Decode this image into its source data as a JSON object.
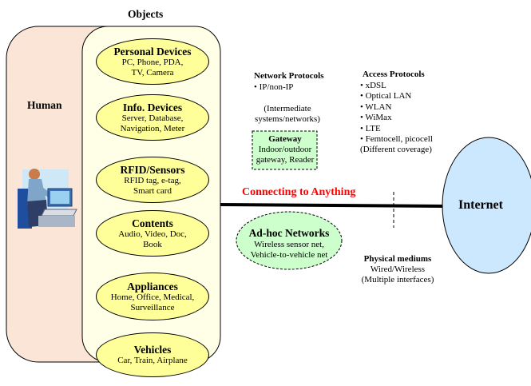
{
  "title": "Objects",
  "human_label": "Human",
  "objects": [
    {
      "heading": "Personal Devices",
      "lines": [
        "PC, Phone, PDA,",
        "TV, Camera"
      ]
    },
    {
      "heading": "Info. Devices",
      "lines": [
        "Server, Database,",
        "Navigation, Meter"
      ]
    },
    {
      "heading": "RFID/Sensors",
      "lines": [
        "RFID tag, e-tag,",
        "Smart card"
      ]
    },
    {
      "heading": "Contents",
      "lines": [
        "Audio, Video, Doc,",
        "Book"
      ]
    },
    {
      "heading": "Appliances",
      "lines": [
        "Home, Office, Medical,",
        "Surveillance"
      ]
    },
    {
      "heading": "Vehicles",
      "lines": [
        "Car, Train, Airplane"
      ]
    }
  ],
  "network_protocols": {
    "heading": "Network Protocols",
    "item": "• IP/non-IP",
    "note": [
      "(Intermediate",
      "systems/networks)"
    ]
  },
  "gateway": {
    "heading": "Gateway",
    "lines": [
      "Indoor/outdoor",
      "gateway, Reader"
    ]
  },
  "access_protocols": {
    "heading": "Access Protocols",
    "items": [
      "• xDSL",
      "• Optical LAN",
      "• WLAN",
      "• WiMax",
      "• LTE",
      "• Femtocell, picocell"
    ],
    "note": "(Different coverage)"
  },
  "connecting_label": "Connecting to Anything",
  "adhoc": {
    "heading": "Ad-hoc Networks",
    "lines": [
      "Wireless sensor net,",
      "Vehicle-to-vehicle net"
    ]
  },
  "physical_mediums": {
    "heading": "Physical mediums",
    "lines": [
      "Wired/Wireless",
      "(Multiple interfaces)"
    ]
  },
  "internet_label": "Internet",
  "colors": {
    "human_panel": "#fbe5d6",
    "objects_panel": "#ffffe8",
    "ellipse_fill": "#ffff99",
    "gateway_fill": "#ccffcc",
    "connecting_text": "#ff0000",
    "internet_fill": "#cce8ff"
  }
}
